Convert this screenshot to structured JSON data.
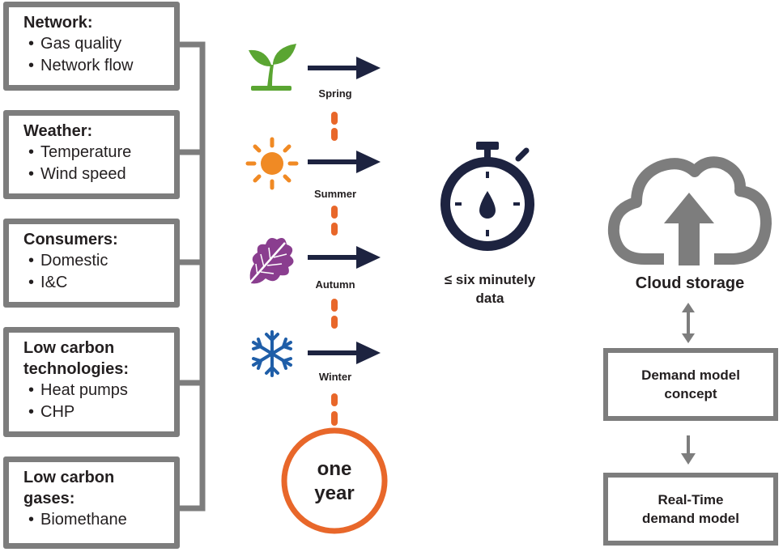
{
  "inputs": [
    {
      "title": "Network:",
      "items": [
        "Gas quality",
        "Network flow"
      ]
    },
    {
      "title": "Weather:",
      "items": [
        "Temperature",
        "Wind speed"
      ]
    },
    {
      "title": "Consumers:",
      "items": [
        "Domestic",
        "I&C"
      ]
    },
    {
      "title": "Low carbon technologies:",
      "items": [
        "Heat pumps",
        "CHP"
      ]
    },
    {
      "title": "Low carbon gases:",
      "items": [
        "Biomethane"
      ]
    }
  ],
  "seasons": [
    {
      "label": "Spring",
      "icon": "sprout-icon",
      "color": "#5aa532"
    },
    {
      "label": "Summer",
      "icon": "sun-icon",
      "color": "#f08a24"
    },
    {
      "label": "Autumn",
      "icon": "leaf-icon",
      "color": "#8a3e8f"
    },
    {
      "label": "Winter",
      "icon": "snowflake-icon",
      "color": "#1f5ea8"
    }
  ],
  "period": {
    "line1": "one",
    "line2": "year",
    "color": "#e8672a"
  },
  "frequency": {
    "line1": "≤ six minutely",
    "line2": "data",
    "icon": "stopwatch-icon"
  },
  "storage": {
    "label": "Cloud storage",
    "icon": "cloud-upload-icon"
  },
  "demand_concept": {
    "line1": "Demand model",
    "line2": "concept"
  },
  "realtime_model": {
    "line1": "Real-Time",
    "line2": "demand model"
  },
  "colors": {
    "box_border": "#7d7d7d",
    "arrow": "#1d2340",
    "dash": "#e8672a"
  }
}
